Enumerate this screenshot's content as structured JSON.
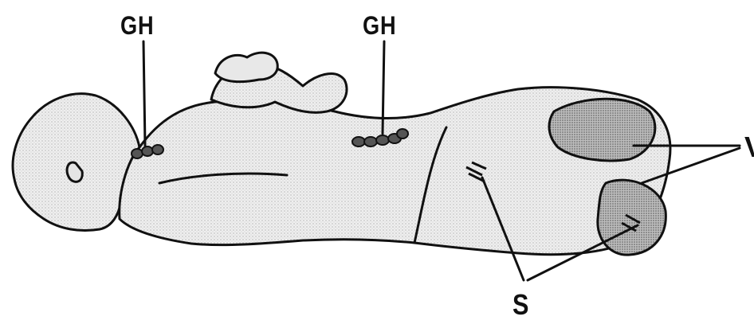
{
  "labels": {
    "gh_neck": "GH",
    "gh_back": "GH",
    "s": "S",
    "v": "V"
  },
  "colors": {
    "ink": "#111111",
    "skin": "#f4f4f4",
    "shade": "#b5b5b5",
    "dark_shade": "#7a7a7a"
  }
}
